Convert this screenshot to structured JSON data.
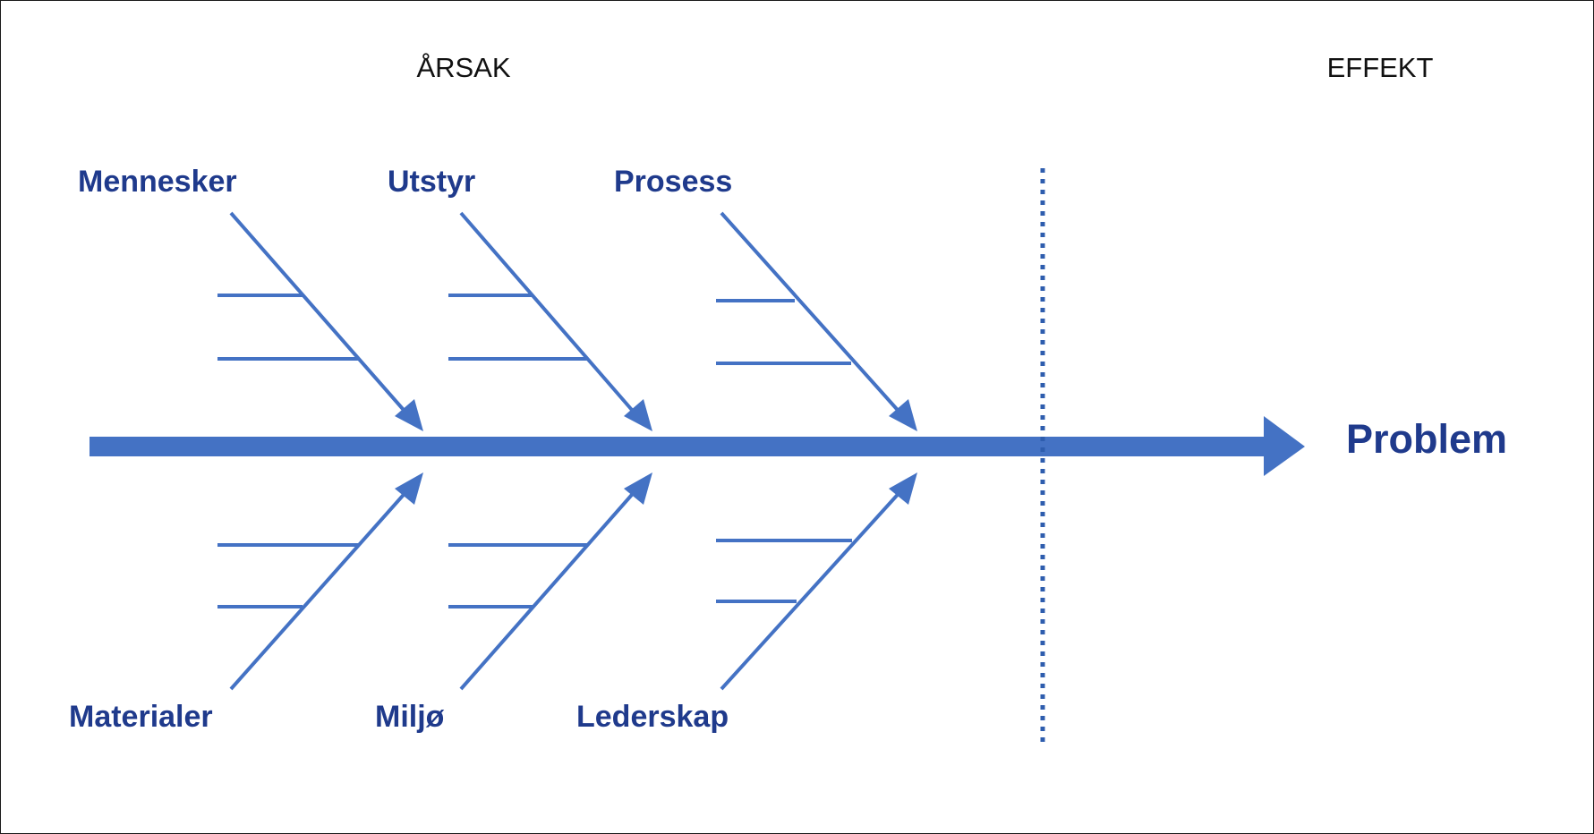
{
  "headers": {
    "cause": "ÅRSAK",
    "effect": "EFFEKT"
  },
  "effect": "Problem",
  "causes": {
    "top": [
      "Mennesker",
      "Utstyr",
      "Prosess"
    ],
    "bottom": [
      "Materialer",
      "Miljø",
      "Lederskap"
    ]
  },
  "colors": {
    "line": "#4472C4",
    "text": "#1F3A8C",
    "divider": "#2E5DAE"
  }
}
